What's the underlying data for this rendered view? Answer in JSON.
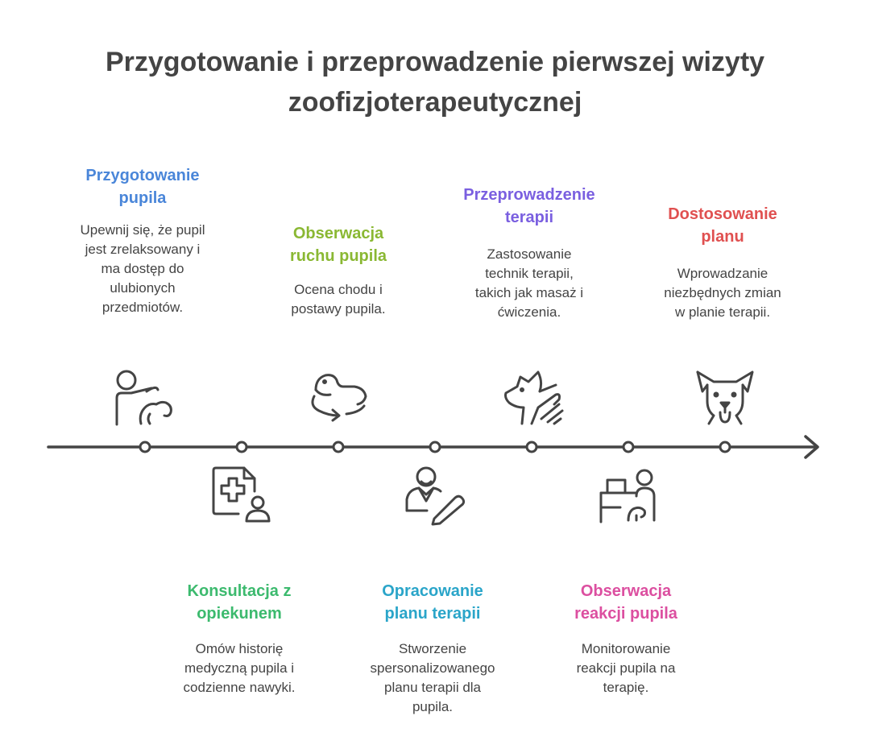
{
  "title_lines": [
    "Przygotowanie i przeprowadzenie pierwszej wizyty",
    "zoofizjoterapeutycznej"
  ],
  "steps": [
    {
      "title_lines": [
        "Przygotowanie",
        "pupila"
      ],
      "desc_lines": [
        "Upewnij się, że pupil",
        "jest zrelaksowany i",
        "ma dostęp do",
        "ulubionych",
        "przedmiotów."
      ],
      "color": "#4a86d9",
      "icon": "person-petting-dog-icon"
    },
    {
      "title_lines": [
        "Konsultacja z",
        "opiekunem"
      ],
      "desc_lines": [
        "Omów historię",
        "medyczną pupila i",
        "codzienne nawyki."
      ],
      "color": "#3cba6e",
      "icon": "medical-record-person-icon"
    },
    {
      "title_lines": [
        "Obserwacja",
        "ruchu pupila"
      ],
      "desc_lines": [
        "Ocena chodu i",
        "postawy pupila."
      ],
      "color": "#8ab833",
      "icon": "dog-moving-arrow-icon"
    },
    {
      "title_lines": [
        "Opracowanie",
        "planu terapii"
      ],
      "desc_lines": [
        "Stworzenie",
        "spersonalizowanego",
        "planu terapii dla",
        "pupila."
      ],
      "color": "#2aa5c9",
      "icon": "person-writing-icon"
    },
    {
      "title_lines": [
        "Przeprowadzenie",
        "terapii"
      ],
      "desc_lines": [
        "Zastosowanie",
        "technik terapii,",
        "takich jak masaż i",
        "ćwiczenia."
      ],
      "color": "#7a5fe0",
      "icon": "hand-massaging-dog-icon"
    },
    {
      "title_lines": [
        "Obserwacja",
        "reakcji pupila"
      ],
      "desc_lines": [
        "Monitorowanie",
        "reakcji pupila na",
        "terapię."
      ],
      "color": "#dc4fa0",
      "icon": "person-observing-dog-icon"
    },
    {
      "title_lines": [
        "Dostosowanie",
        "planu"
      ],
      "desc_lines": [
        "Wprowadzanie",
        "niezbędnych zmian",
        "w planie terapii."
      ],
      "color": "#e05050",
      "icon": "dog-face-icon"
    }
  ],
  "colors": {
    "text": "#444444",
    "line": "#444444",
    "background": "#ffffff"
  }
}
